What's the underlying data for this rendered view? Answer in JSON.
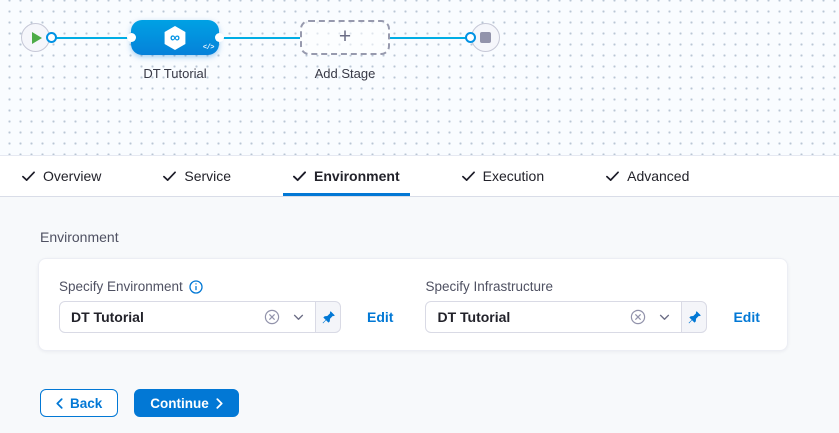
{
  "pipeline": {
    "stage_label": "DT Tutorial",
    "add_stage_label": "Add Stage",
    "plus_glyph": "+",
    "infinity_glyph": "∞",
    "code_badge": "</>",
    "start_node": "play",
    "end_node": "stop"
  },
  "tabs": [
    {
      "label": "Overview",
      "checked": true,
      "active": false
    },
    {
      "label": "Service",
      "checked": true,
      "active": false
    },
    {
      "label": "Environment",
      "checked": true,
      "active": true
    },
    {
      "label": "Execution",
      "checked": true,
      "active": false
    },
    {
      "label": "Advanced",
      "checked": true,
      "active": false
    }
  ],
  "content": {
    "section_title": "Environment",
    "fields": [
      {
        "label": "Specify Environment",
        "has_info_icon": true,
        "value": "DT Tutorial",
        "edit_label": "Edit"
      },
      {
        "label": "Specify Infrastructure",
        "has_info_icon": false,
        "value": "DT Tutorial",
        "edit_label": "Edit"
      }
    ]
  },
  "footer": {
    "back_label": "Back",
    "continue_label": "Continue"
  },
  "colors": {
    "accent": "#0278d5",
    "stage_node_blue": "#0092e4",
    "connector_line": "#00ade4",
    "play_green": "#4dab47",
    "icon_gray": "#9293ab",
    "text_dark": "#22222a",
    "label_gray": "#4f5162",
    "canvas_bg": "#f9fcff",
    "content_bg": "#f7f9fb"
  }
}
